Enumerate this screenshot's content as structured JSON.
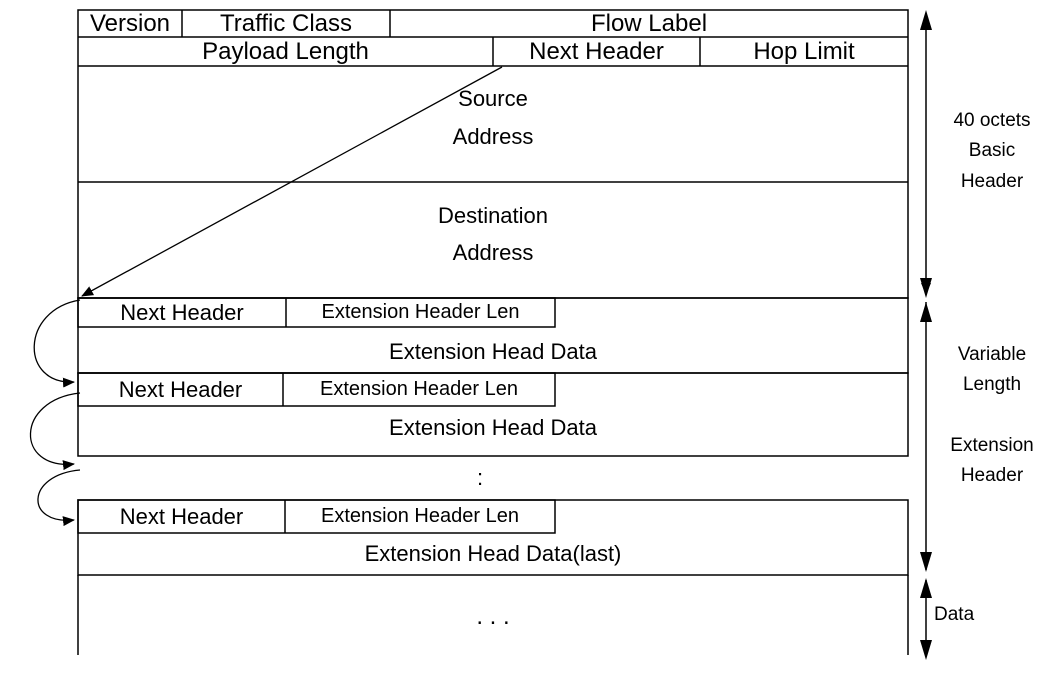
{
  "basic_header": {
    "version": "Version",
    "traffic_class": "Traffic Class",
    "flow_label": "Flow Label",
    "payload_length": "Payload Length",
    "next_header": "Next Header",
    "hop_limit": "Hop Limit",
    "source_address": [
      "Source",
      "Address"
    ],
    "destination_address": [
      "Destination",
      "Address"
    ]
  },
  "extension_headers": [
    {
      "next_header": "Next Header",
      "ext_len": "Extension Header Len",
      "data": "Extension Head Data"
    },
    {
      "next_header": "Next Header",
      "ext_len": "Extension Header Len",
      "data": "Extension Head Data"
    },
    {
      "next_header": "Next Header",
      "ext_len": "Extension Header Len",
      "data": "Extension Head Data(last)"
    }
  ],
  "ellipsis_vertical": ":",
  "data_ellipsis": ". . .",
  "side_labels": {
    "basic": [
      "40 octets",
      "Basic",
      "Header"
    ],
    "variable": [
      "Variable",
      "Length",
      "",
      "Extension",
      "Header"
    ],
    "data": "Data"
  },
  "colors": {
    "line": "#000000",
    "background": "#ffffff"
  }
}
